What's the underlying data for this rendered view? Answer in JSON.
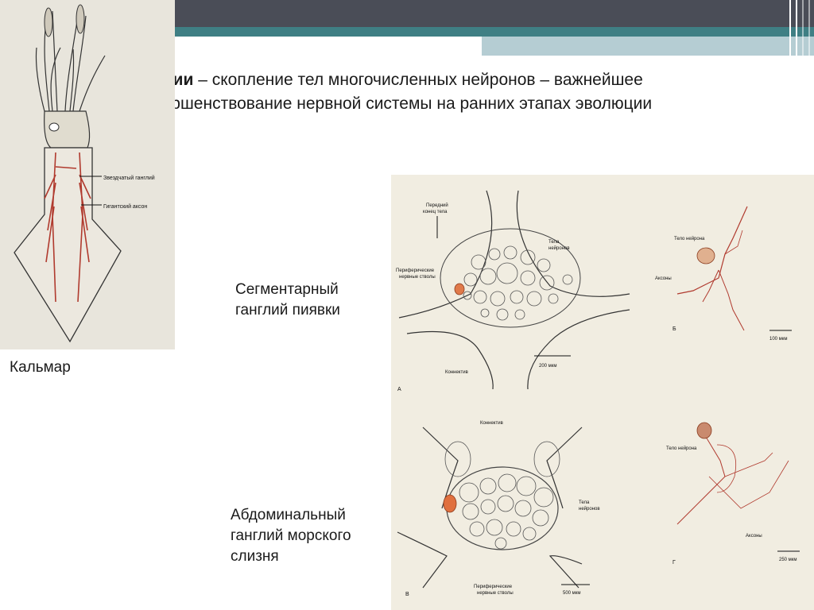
{
  "title": {
    "term": "Ганглии",
    "line1_rest": " – скопление тел многочисленных нейронов – важнейшее",
    "line2": "усовершенствование нервной системы на ранних этапах эволюции"
  },
  "squid": {
    "caption": "Кальмар",
    "label_ganglion": "Звездчатый ганглий",
    "label_axon": "Гигантский аксон"
  },
  "leech": {
    "caption_line1": "Сегментарный",
    "caption_line2": "ганглий пиявки",
    "label_front1": "Передний",
    "label_front2": "конец тела",
    "label_bodies1": "Тела",
    "label_bodies2": "нейронов",
    "label_nerves1": "Периферические",
    "label_nerves2": "нервные стволы",
    "label_connective": "Коннектив",
    "scale": "200 мкм",
    "letter": "А"
  },
  "leech_neuron": {
    "label_body": "Тело нейрона",
    "label_axons": "Аксоны",
    "scale": "100 мкм",
    "letter": "Б"
  },
  "slug": {
    "caption_line1": "Абдоминальный",
    "caption_line2": "ганглий морского",
    "caption_line3": "слизня",
    "label_connective": "Коннектив",
    "label_bodies1": "Тела",
    "label_bodies2": "нейронов",
    "label_nerves1": "Периферические",
    "label_nerves2": "нервные стволы",
    "scale": "500 мкм",
    "letter": "В"
  },
  "slug_neuron": {
    "label_body": "Тело нейрона",
    "label_axons": "Аксоны",
    "scale": "250 мкм",
    "letter": "Г"
  },
  "colors": {
    "header_dark": "#4a4d57",
    "header_teal": "#3f7f84",
    "header_light": "#b5cdd3",
    "nerve_red": "#b03a2e"
  }
}
